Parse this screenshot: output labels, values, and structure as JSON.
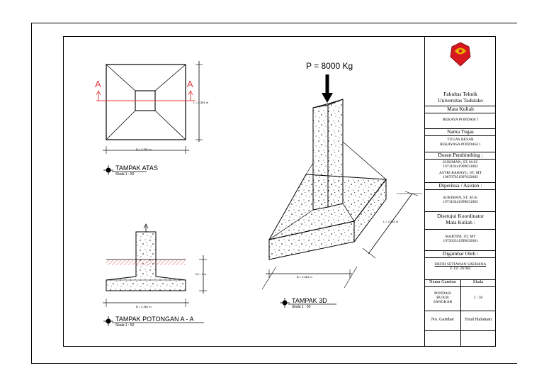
{
  "load_label": "P = 8000 Kg",
  "section_markers": {
    "left": "A",
    "right": "A"
  },
  "views": {
    "top": {
      "title": "TAMPAK ATAS",
      "scale": "Skala 1 : 50",
      "dim_l": "L = 2,381 m",
      "dim_b": "B = 2,381 m"
    },
    "section": {
      "title": "TAMPAK POTONGAN A - A",
      "scale": "Skala 1 : 50",
      "dim_df": "Df = 1 m",
      "dim_b": "B = 2,381 m"
    },
    "iso": {
      "title": "TAMPAK 3D",
      "scale": "Skala 1 : 50",
      "dim_l": "L = 2,381 m",
      "dim_b": "B = 2,381 m"
    }
  },
  "title_block": {
    "faculty": "Fakultas Teknik",
    "university": "Universitas Tadulako",
    "course_header": "Mata Kuliah",
    "course": "REKAYA PONDASI I",
    "task_header": "Nama Tugas",
    "task_line1": "TUGAS BESAR",
    "task_line2": "REKAYASA PONDASI 1",
    "supervisor_header": "Dosen Pembimbing :",
    "sup1_name": "SUKIMAN, ST, M.SC",
    "sup1_id": "197310241999031002",
    "sup2_name": "ASTRI RAHAYU, ST, MT",
    "sup2_id": "196707051997022002",
    "checked_header": "Diperiksa / Asisten :",
    "checked_name": "SUKIMAN, ST, M.Sc",
    "checked_id": "197310241999031002",
    "approved_header_1": "Disetujui Koordinator",
    "approved_header_2": "Mata Kuliah :",
    "approved_name": "MARTINI, ST, MT",
    "approved_id": "197203311999032001",
    "drawn_header": "Digambar Oleh :",
    "drawn_name": "DEFRI SETIAWAN SAEHANA",
    "drawn_id": "F 111 20 003",
    "drawing_name_header": "Nama Gambar",
    "scale_header": "Skala",
    "drawing_name_1": "PONDASI",
    "drawing_name_2": "BUJUR",
    "drawing_name_3": "SANGKAR",
    "scale_value": "1 : 50",
    "drawing_no_header": "No. Gambar",
    "total_pages_header": "Total Halaman"
  },
  "colors": {
    "section_line": "#e03c3c",
    "logo_red": "#d8181f",
    "logo_gold": "#e8b800"
  }
}
